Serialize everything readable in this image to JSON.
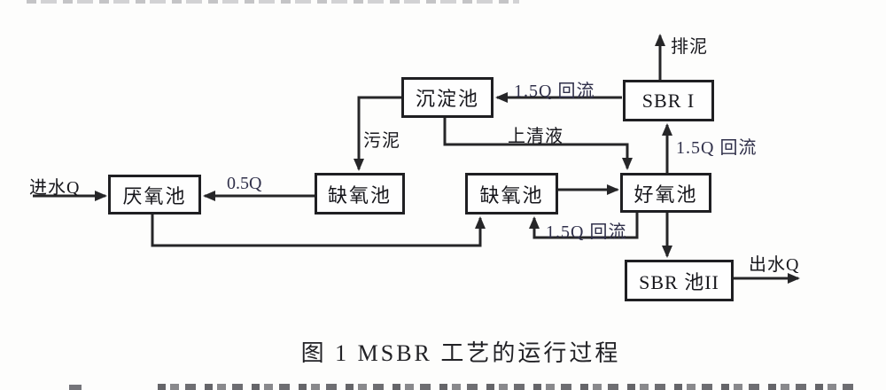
{
  "colors": {
    "line": "#262628",
    "text": "#17171c",
    "flow_number_text": "#30304a",
    "background": "#fdfdfc"
  },
  "caption": "图 1  MSBR 工艺的运行过程",
  "diagram": {
    "nodes": {
      "settling": {
        "label": "沉淀池"
      },
      "sbr1": {
        "label": "SBR I"
      },
      "anaerobic": {
        "label": "厌氧池"
      },
      "anoxic1": {
        "label": "缺氧池"
      },
      "anoxic2": {
        "label": "缺氧池"
      },
      "aerobic": {
        "label": "好氧池"
      },
      "sbr2": {
        "label": "SBR 池II"
      }
    },
    "labels": {
      "influent": "进水Q",
      "half_flow": "0.5Q",
      "sludge": "污泥",
      "reflux_to_settling": "1.5Q 回流",
      "supernatant": "上清液",
      "sludge_discharge": "排泥",
      "reflux_to_sbr1": "1.5Q 回流",
      "reflux_to_anoxic2": "1.5Q 回流",
      "effluent": "出水Q"
    }
  }
}
